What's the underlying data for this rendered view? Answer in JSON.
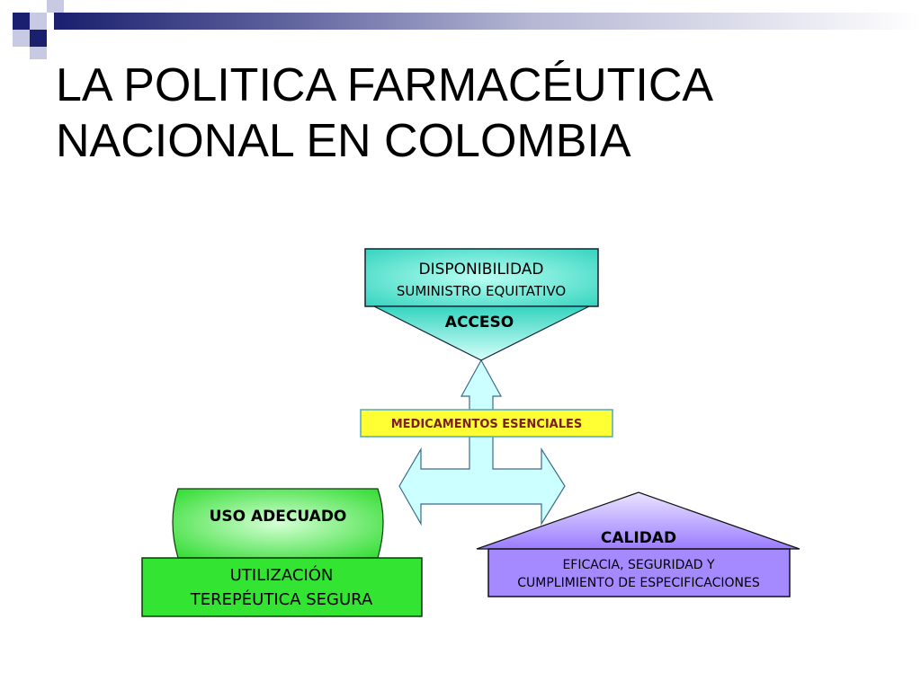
{
  "slide": {
    "title_line1": "LA POLITICA FARMACÉUTICA",
    "title_line2": "NACIONAL EN COLOMBIA"
  },
  "diagram": {
    "access": {
      "line1": "DISPONIBILIDAD",
      "line2": "SUMINISTRO EQUITATIVO",
      "label": "ACCESO",
      "color": "#3fd9c4"
    },
    "center": {
      "label": "MEDICAMENTOS ESENCIALES",
      "color": "#ffff33",
      "arrow_color": "#ccffff"
    },
    "use": {
      "label": "USO ADECUADO",
      "line1": "UTILIZACIÓN",
      "line2": "TEREPÉUTICA SEGURA",
      "color": "#33dd33"
    },
    "quality": {
      "label": "CALIDAD",
      "line1": "EFICACIA, SEGURIDAD Y",
      "line2": "CUMPLIMIENTO DE ESPECIFICACIONES",
      "color": "#a58aff"
    }
  }
}
